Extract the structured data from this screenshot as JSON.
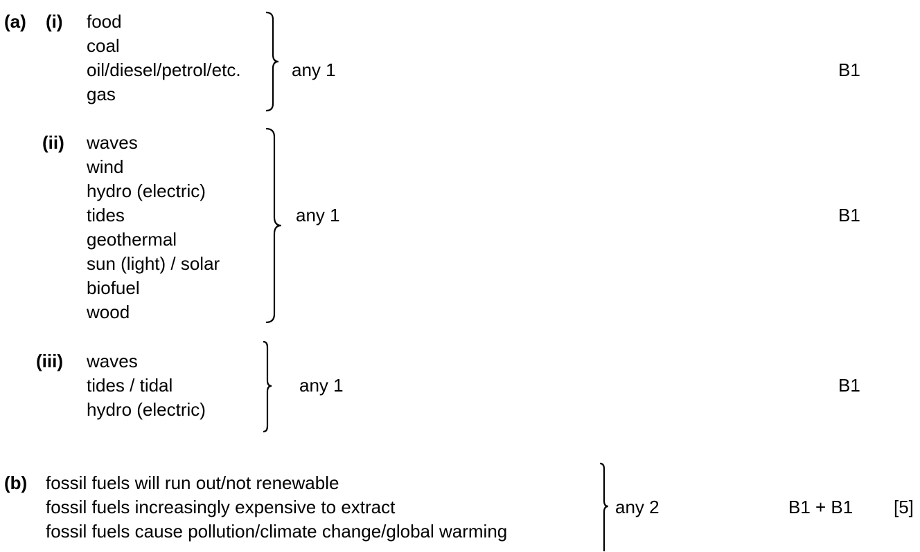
{
  "part_a": {
    "label": "(a)",
    "i": {
      "label": "(i)",
      "items": [
        "food",
        "coal",
        "oil/diesel/petrol/etc.",
        "gas"
      ],
      "condition": "any 1",
      "mark": "B1"
    },
    "ii": {
      "label": "(ii)",
      "items": [
        "waves",
        "wind",
        "hydro (electric)",
        "tides",
        "geothermal",
        "sun (light) / solar",
        "biofuel",
        "wood"
      ],
      "condition": "any 1",
      "mark": "B1"
    },
    "iii": {
      "label": "(iii)",
      "items": [
        "waves",
        "tides / tidal",
        "hydro (electric)"
      ],
      "condition": "any 1",
      "mark": "B1"
    }
  },
  "part_b": {
    "label": "(b)",
    "items": [
      "fossil fuels will run out/not renewable",
      "fossil fuels increasingly expensive to extract",
      "fossil fuels cause pollution/climate change/global warming"
    ],
    "condition": "any 2",
    "mark": "B1 + B1",
    "total": "[5]"
  }
}
